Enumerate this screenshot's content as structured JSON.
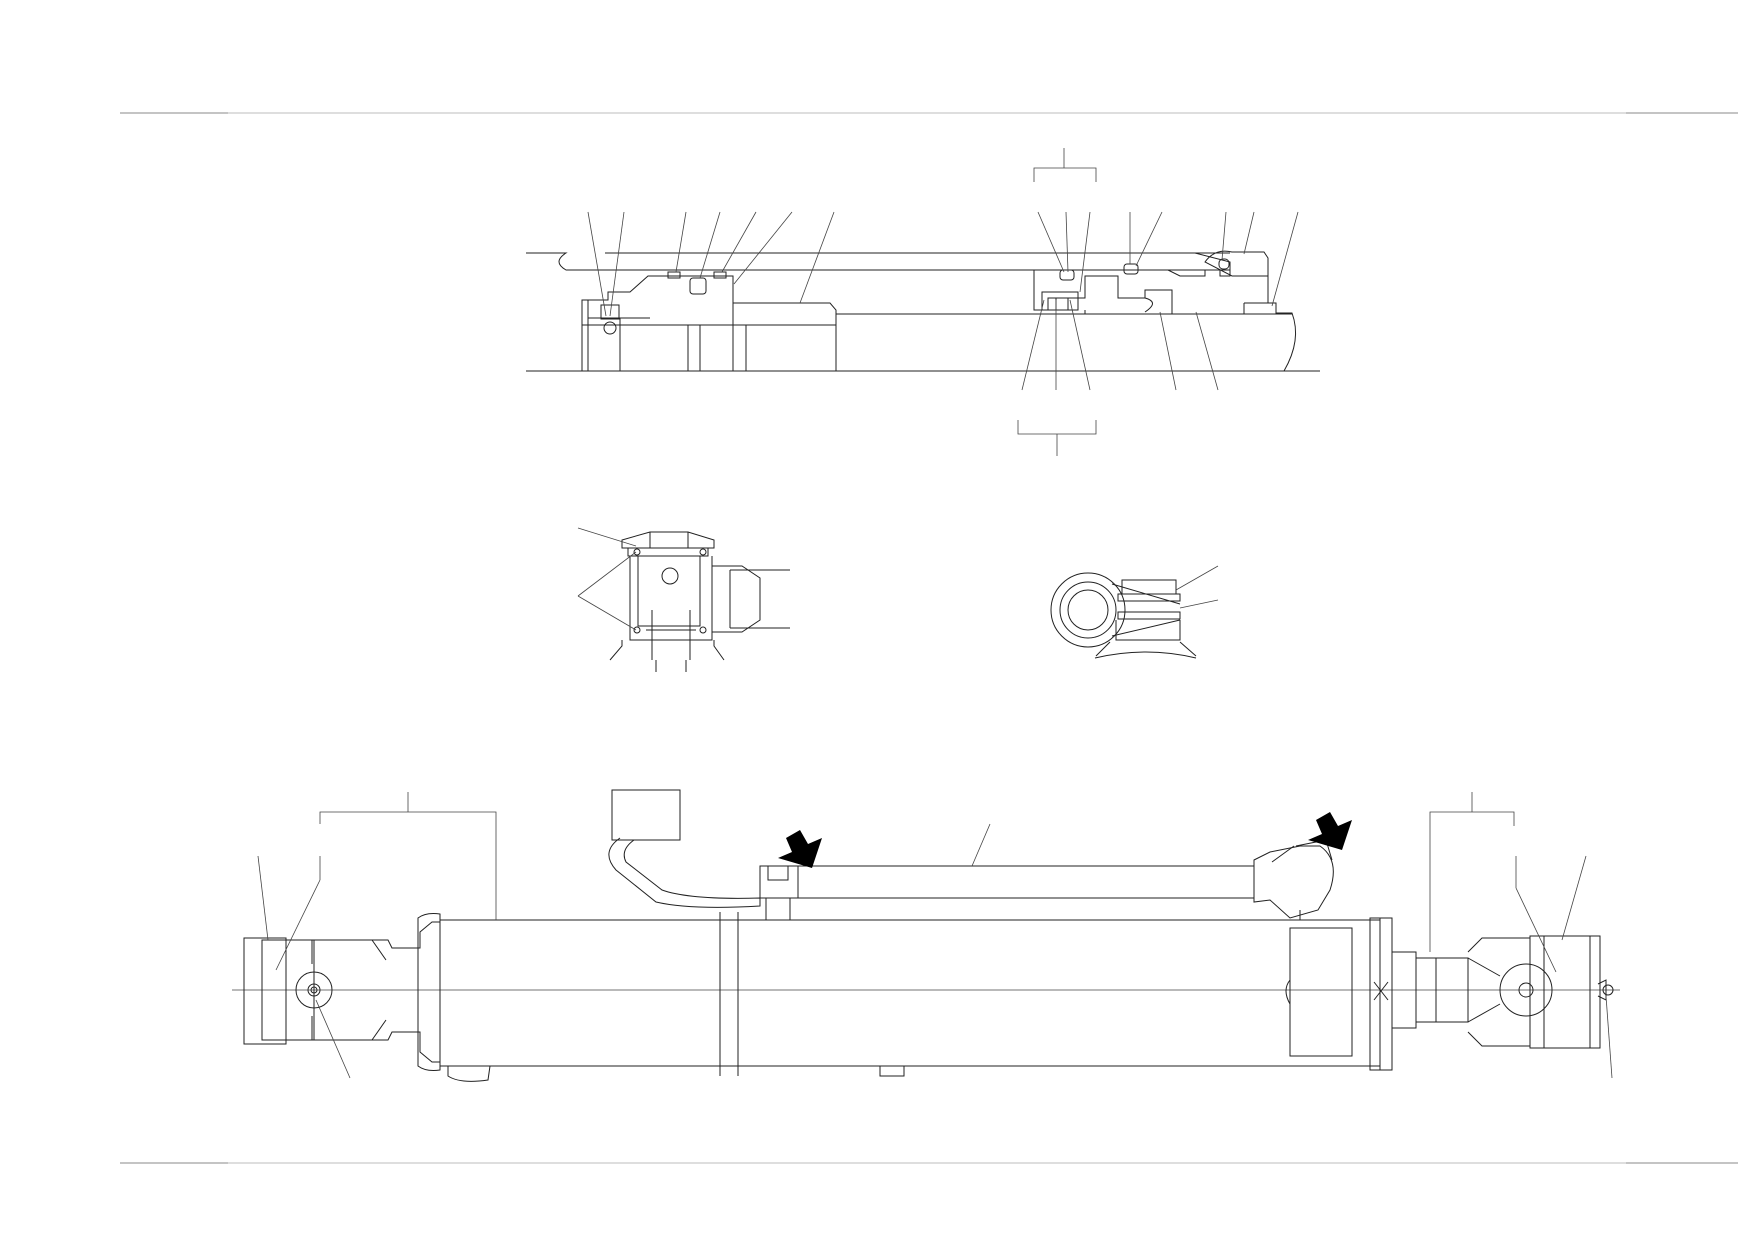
{
  "page": {
    "description_visible_text": "",
    "frame_color": "#bdbdbd",
    "line_color": "#222222",
    "background": "#ffffff"
  },
  "views": [
    {
      "id": "section-upper-left",
      "icon": "cylinder-head-section"
    },
    {
      "id": "section-upper-right",
      "icon": "piston-section"
    },
    {
      "id": "detail-fitting-left",
      "icon": "hose-fitting-detail"
    },
    {
      "id": "detail-fitting-right",
      "icon": "banjo-fitting-detail"
    },
    {
      "id": "cylinder-assembly",
      "icon": "hydraulic-cylinder"
    }
  ],
  "markers": [
    {
      "id": "arrow-left",
      "icon": "black-arrow-icon"
    },
    {
      "id": "arrow-right",
      "icon": "black-arrow-icon"
    }
  ]
}
